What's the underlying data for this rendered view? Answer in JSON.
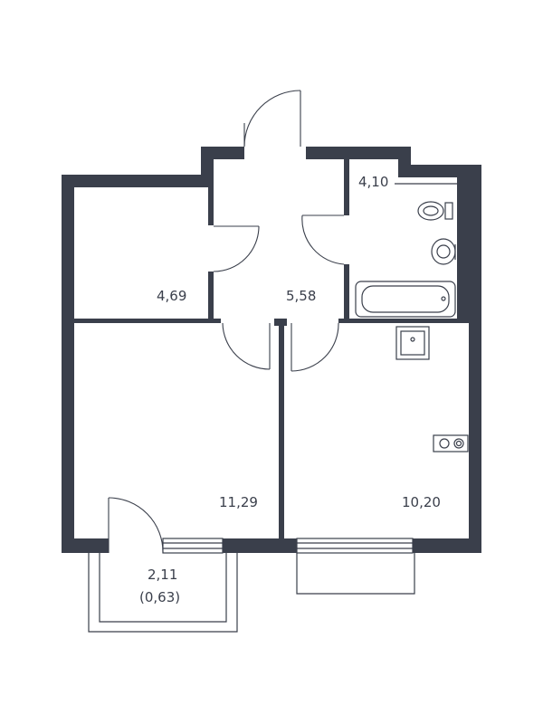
{
  "colors": {
    "wall": "#3a3f4b",
    "background": "#ffffff"
  },
  "rooms": {
    "bathroom": {
      "area": "4,10"
    },
    "small_room": {
      "area": "4,69"
    },
    "hall": {
      "area": "5,58"
    },
    "living_room": {
      "area": "11,29"
    },
    "kitchen": {
      "area": "10,20"
    },
    "balcony": {
      "area": "2,11",
      "area_reduced": "(0,63)"
    }
  },
  "fixtures": [
    "toilet-icon",
    "sink-icon",
    "bathtub-icon",
    "kitchen-sink-icon",
    "stove-icon"
  ]
}
